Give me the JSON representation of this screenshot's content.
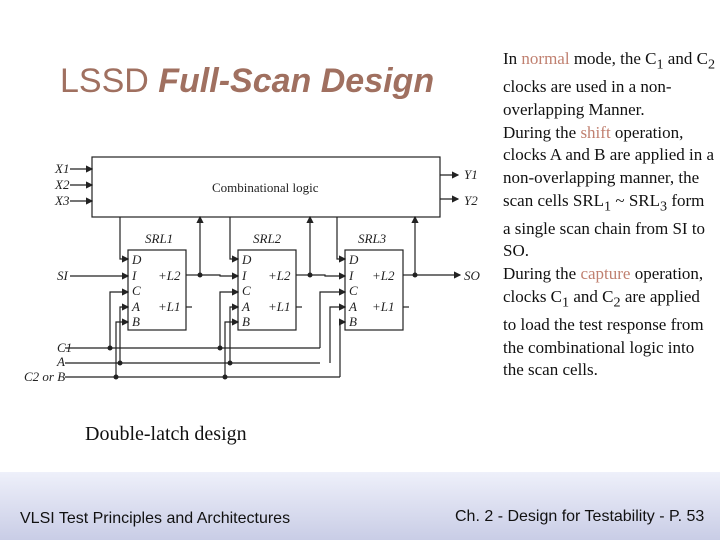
{
  "title": {
    "plain": "LSSD ",
    "bold": "Full-Scan Design"
  },
  "description": {
    "p1_a": "In ",
    "p1_hl": "normal",
    "p1_b": " mode, the C",
    "p1_sub1": "1",
    "p1_c": " and C",
    "p1_sub2": "2",
    "p1_d": " clocks are used in a non-overlapping Manner.",
    "p2_a": "During the ",
    "p2_hl": "shift",
    "p2_b": " operation, clocks A and B are applied in a non-overlapping manner, the scan cells SRL",
    "p2_sub1": "1",
    "p2_c": " ~ SRL",
    "p2_sub2": "3",
    "p2_d": " form a single scan chain from SI to SO.",
    "p3_a": "During the ",
    "p3_hl": "capture",
    "p3_b": " operation, clocks C",
    "p3_sub1": "1",
    "p3_c": " and C",
    "p3_sub2": "2",
    "p3_d": " are applied to load the test response from the combinational logic into the scan cells."
  },
  "diagram": {
    "logic_label": "Combinational logic",
    "inputs": [
      "X1",
      "X2",
      "X3"
    ],
    "outputs": [
      "Y1",
      "Y2"
    ],
    "cells": [
      "SRL1",
      "SRL2",
      "SRL3"
    ],
    "cell_pins": [
      "D",
      "I",
      "C",
      "A",
      "B"
    ],
    "cell_outputs": [
      "+L2",
      "+L1"
    ],
    "si": "SI",
    "so": "SO",
    "clocks": [
      "C1",
      "A",
      "C2 or B"
    ]
  },
  "caption": "Double-latch design",
  "footer": {
    "left": "VLSI Test Principles and Architectures",
    "right": "Ch. 2 - Design for Testability - P. 53"
  }
}
